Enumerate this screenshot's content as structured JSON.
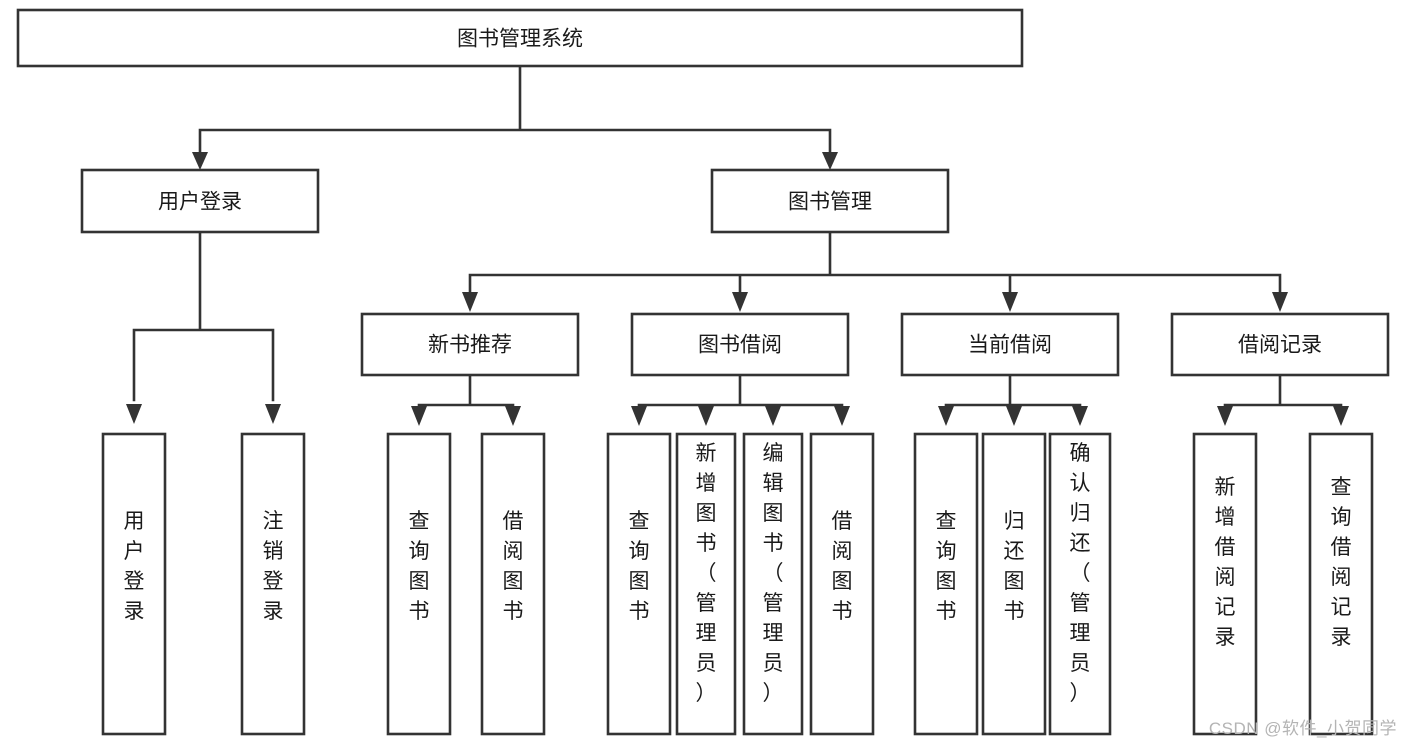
{
  "diagram": {
    "type": "tree-hierarchy",
    "orientation": "top-down",
    "title": "图书管理系统",
    "colors": {
      "box_stroke": "#333333",
      "box_fill": "#ffffff",
      "text": "#1a1a1a",
      "background": "#ffffff",
      "watermark": "#b4b4b4"
    },
    "root": {
      "id": "root",
      "label": "图书管理系统",
      "orientation": "horizontal"
    },
    "level2": [
      {
        "id": "user-login",
        "label": "用户登录",
        "orientation": "horizontal"
      },
      {
        "id": "book-management",
        "label": "图书管理",
        "orientation": "horizontal"
      }
    ],
    "level3": [
      {
        "id": "new-book-recommend",
        "label": "新书推荐",
        "parent": "book-management",
        "orientation": "horizontal"
      },
      {
        "id": "book-borrow",
        "label": "图书借阅",
        "parent": "book-management",
        "orientation": "horizontal"
      },
      {
        "id": "current-borrow",
        "label": "当前借阅",
        "parent": "book-management",
        "orientation": "horizontal"
      },
      {
        "id": "borrow-record",
        "label": "借阅记录",
        "parent": "book-management",
        "orientation": "horizontal"
      }
    ],
    "leaves": [
      {
        "id": "leaf-user-login",
        "parent": "user-login",
        "orientation": "vertical",
        "lines": [
          "用",
          "户",
          "登",
          "录"
        ],
        "text": "用户登录"
      },
      {
        "id": "leaf-user-logout",
        "parent": "user-login",
        "orientation": "vertical",
        "lines": [
          "注",
          "销",
          "登",
          "录"
        ],
        "text": "注销登录"
      },
      {
        "id": "leaf-query-book-1",
        "parent": "new-book-recommend",
        "orientation": "vertical",
        "lines": [
          "查",
          "询",
          "图",
          "书"
        ],
        "text": "查询图书"
      },
      {
        "id": "leaf-borrow-book-1",
        "parent": "new-book-recommend",
        "orientation": "vertical",
        "lines": [
          "借",
          "阅",
          "图",
          "书"
        ],
        "text": "借阅图书"
      },
      {
        "id": "leaf-query-book-2",
        "parent": "book-borrow",
        "orientation": "vertical",
        "lines": [
          "查",
          "询",
          "图",
          "书"
        ],
        "text": "查询图书"
      },
      {
        "id": "leaf-add-book-admin",
        "parent": "book-borrow",
        "orientation": "vertical",
        "lines": [
          "新",
          "增",
          "图",
          "书",
          "（",
          "管",
          "理",
          "员",
          "）"
        ],
        "text": "新增图书（管理员）"
      },
      {
        "id": "leaf-edit-book-admin",
        "parent": "book-borrow",
        "orientation": "vertical",
        "lines": [
          "编",
          "辑",
          "图",
          "书",
          "（",
          "管",
          "理",
          "员",
          "）"
        ],
        "text": "编辑图书（管理员）"
      },
      {
        "id": "leaf-borrow-book-2",
        "parent": "book-borrow",
        "orientation": "vertical",
        "lines": [
          "借",
          "阅",
          "图",
          "书"
        ],
        "text": "借阅图书"
      },
      {
        "id": "leaf-query-book-3",
        "parent": "current-borrow",
        "orientation": "vertical",
        "lines": [
          "查",
          "询",
          "图",
          "书"
        ],
        "text": "查询图书"
      },
      {
        "id": "leaf-return-book",
        "parent": "current-borrow",
        "orientation": "vertical",
        "lines": [
          "归",
          "还",
          "图",
          "书"
        ],
        "text": "归还图书"
      },
      {
        "id": "leaf-confirm-return-admin",
        "parent": "current-borrow",
        "orientation": "vertical",
        "lines": [
          "确",
          "认",
          "归",
          "还",
          "（",
          "管",
          "理",
          "员",
          "）"
        ],
        "text": "确认归还（管理员）"
      },
      {
        "id": "leaf-add-borrow-record",
        "parent": "borrow-record",
        "orientation": "vertical",
        "lines": [
          "新",
          "增",
          "借",
          "阅",
          "记",
          "录"
        ],
        "text": "新增借阅记录"
      },
      {
        "id": "leaf-query-borrow-record",
        "parent": "borrow-record",
        "orientation": "vertical",
        "lines": [
          "查",
          "询",
          "借",
          "阅",
          "记",
          "录"
        ],
        "text": "查询借阅记录"
      }
    ]
  },
  "watermark": {
    "text": "CSDN @软件_小贺同学"
  }
}
